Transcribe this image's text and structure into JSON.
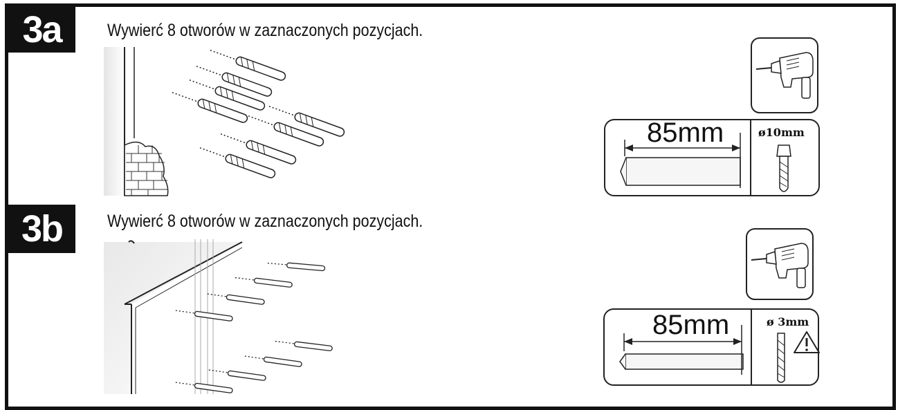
{
  "steps": [
    {
      "badge": "3a",
      "instruction": "Wywierć 8 otworów w zaznaczonych pozycjach.",
      "depth_label": "85mm",
      "diameter_label": "ø10mm",
      "wall_type": "brick-wall",
      "drill_icon": "drill-icon",
      "bit_icon": "masonry-bit-icon"
    },
    {
      "badge": "3b",
      "instruction": "Wywierć 8 otworów w zaznaczonych pozycjach.",
      "depth_label": "85mm",
      "diameter_label": "ø 3mm",
      "wall_type": "stud-wall",
      "drill_icon": "drill-icon",
      "bit_icon": "wood-bit-icon",
      "warning_icon": "warning-triangle-icon"
    }
  ]
}
